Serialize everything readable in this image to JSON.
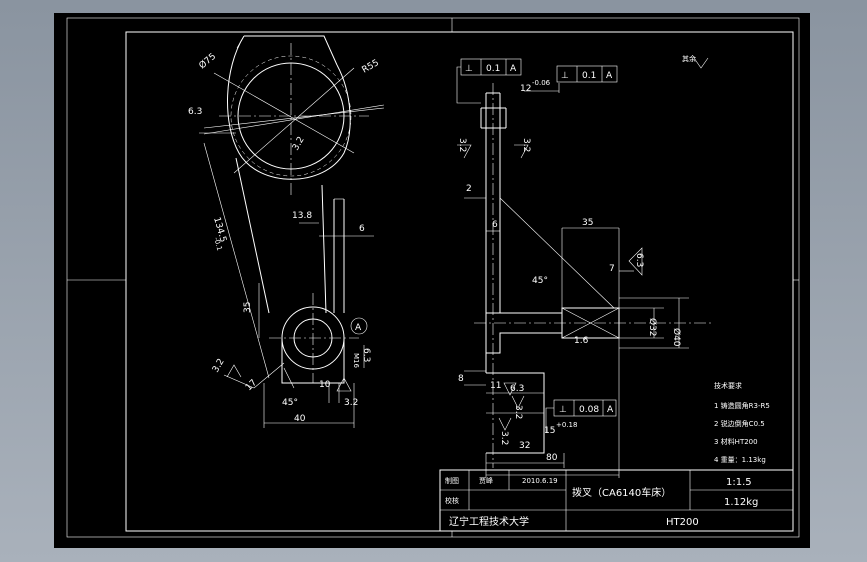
{
  "dims": {
    "d75": "Ø75",
    "r55": "R55",
    "d63_top": "6.3",
    "d32_hub": "3.2",
    "d138": "13.8",
    "d134": "134.5",
    "d134_tol": "-0.1",
    "d6": "6",
    "d35_left": "35",
    "dA": "A",
    "d32_lower": "3.2",
    "d17": "17",
    "d63_lower": "6.3",
    "dM": "M16",
    "d10": "10",
    "d45deg": "45°",
    "d32_bottom": "3.2",
    "d40": "40"
  },
  "section": {
    "frame1_sym": "⊥",
    "frame1_val": "0.1",
    "frame1_ref": "A",
    "frame2_sym": "⊥",
    "frame2_val": "0.1",
    "frame2_ref": "A",
    "d12": "12",
    "d12_tol": "-0.06",
    "d32_left": "3.2",
    "d32_right": "3.2",
    "d2": "2",
    "d6": "6",
    "d35": "35",
    "d7": "7",
    "d63_right": "6.3",
    "d45deg": "45°",
    "d16": "1.6",
    "d32v": "Ø32",
    "d40v": "Ø40",
    "d8": "8",
    "d11": "11",
    "d63_bottom": "6.3",
    "d32_b1": "3.2",
    "d32_b2": "3.2",
    "frame3_sym": "⊥",
    "frame3_val": "0.08",
    "frame3_ref": "A",
    "d15": "15",
    "d15_tol": "+0.18",
    "d32h": "32",
    "d80": "80"
  },
  "roughness_note": "其余",
  "tech": {
    "title": "技术要求",
    "items": [
      "1 铸造圆角R3-R5",
      "2 锐边倒角C0.5",
      "3 材料HT200",
      "4 重量：1.13kg"
    ]
  },
  "titleblock": {
    "drawn_label": "制图",
    "drawn_name": "贾峰",
    "date": "2010.6.19",
    "check_label": "校核",
    "part_name": "拨叉（CA6140车床）",
    "scale": "1:1.5",
    "weight": "1.12kg",
    "school": "辽宁工程技术大学",
    "material": "HT200"
  }
}
